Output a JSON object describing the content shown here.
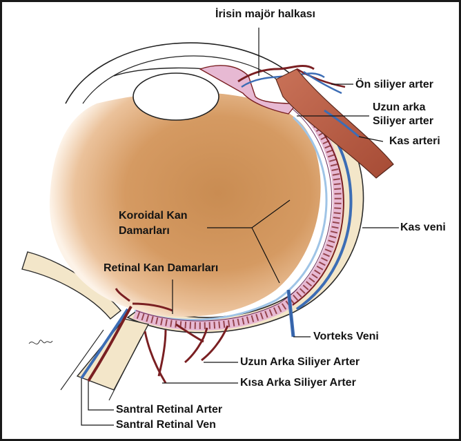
{
  "labels": {
    "iris_major_ring": "İrisin majör halkası",
    "anterior_ciliary_artery": "Ön siliyer arter",
    "long_posterior_ciliary_1": "Uzun arka",
    "long_posterior_ciliary_2": "Siliyer arter",
    "muscle_artery": "Kas arteri",
    "muscle_vein": "Kas veni",
    "choroidal_vessels_1": "Koroidal Kan",
    "choroidal_vessels_2": "Damarları",
    "retinal_vessels": "Retinal Kan Damarları",
    "vortex_vein": "Vorteks Veni",
    "long_posterior_ciliary_artery": "Uzun Arka Siliyer Arter",
    "short_posterior_ciliary_artery": "Kısa Arka Siliyer Arter",
    "central_retinal_artery": "Santral Retinal Arter",
    "central_retinal_vein": "Santral Retinal Ven"
  },
  "colors": {
    "artery": "#7a1f22",
    "vein": "#3c6db5",
    "muscle": "#b8593f",
    "sclera": "#f3e6c9",
    "vitreous": "#c98c52",
    "choroid": "#e7b9d3"
  }
}
